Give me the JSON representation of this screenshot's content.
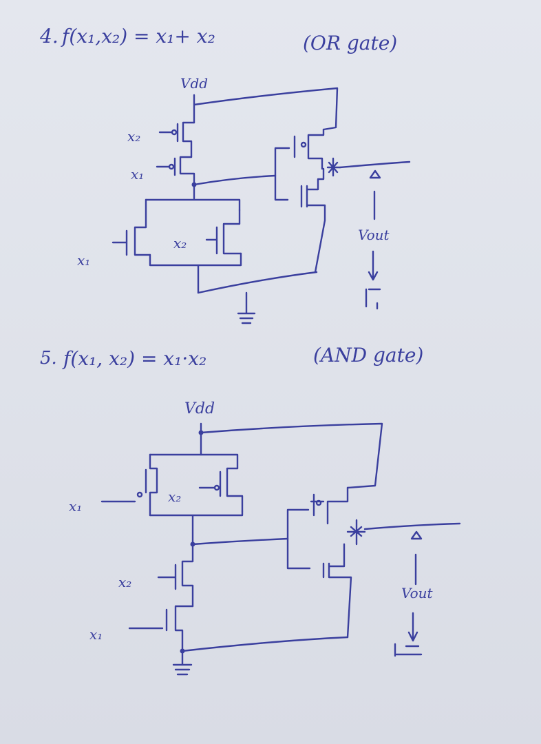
{
  "problems": [
    {
      "number": "4.",
      "function": "f(x₁,x₂) = x₁+ x₂",
      "gate": "(OR gate)",
      "supply_label": "Vdd",
      "inputs": {
        "pullup_top": "x₂",
        "pullup_bottom": "x₁",
        "pulldown_left": "x₁",
        "pulldown_right": "x₂"
      },
      "output_label": "Vout"
    },
    {
      "number": "5.",
      "function": "f(x₁, x₂) = x₁·x₂",
      "gate": "(AND gate)",
      "supply_label": "Vdd",
      "inputs": {
        "pullup_left": "x₁",
        "pullup_right": "x₂",
        "pulldown_top": "x₂",
        "pulldown_bottom": "x₁"
      },
      "output_label": "Vout"
    }
  ]
}
